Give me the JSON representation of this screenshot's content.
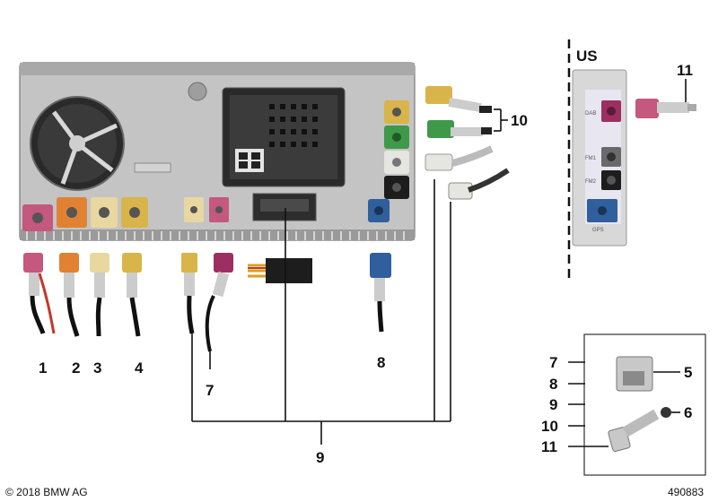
{
  "figure": {
    "callouts": {
      "c1": "1",
      "c2": "2",
      "c3": "3",
      "c4": "4",
      "c7_left": "7",
      "c8_left": "8",
      "c9": "9",
      "c10": "10",
      "c11": "11",
      "key_7": "7",
      "key_8": "8",
      "key_9": "9",
      "key_10": "10",
      "key_11": "11",
      "key_5": "5",
      "key_6": "6"
    },
    "region_label": "US",
    "unit_port_labels": [
      "DAB",
      "FM1",
      "FM2",
      "GPS"
    ],
    "copyright": "© 2018 BMW AG",
    "drawing_number": "490883"
  },
  "colors": {
    "pink": "#c4587e",
    "orange": "#e08232",
    "cream": "#e8d8a0",
    "khaki": "#d9b44a",
    "green": "#3e9a4a",
    "white": "#e6e6e0",
    "black": "#1d1d1d",
    "blue": "#2f5f9c",
    "violet": "#9c2f62",
    "housing": "#b9b9b9"
  }
}
